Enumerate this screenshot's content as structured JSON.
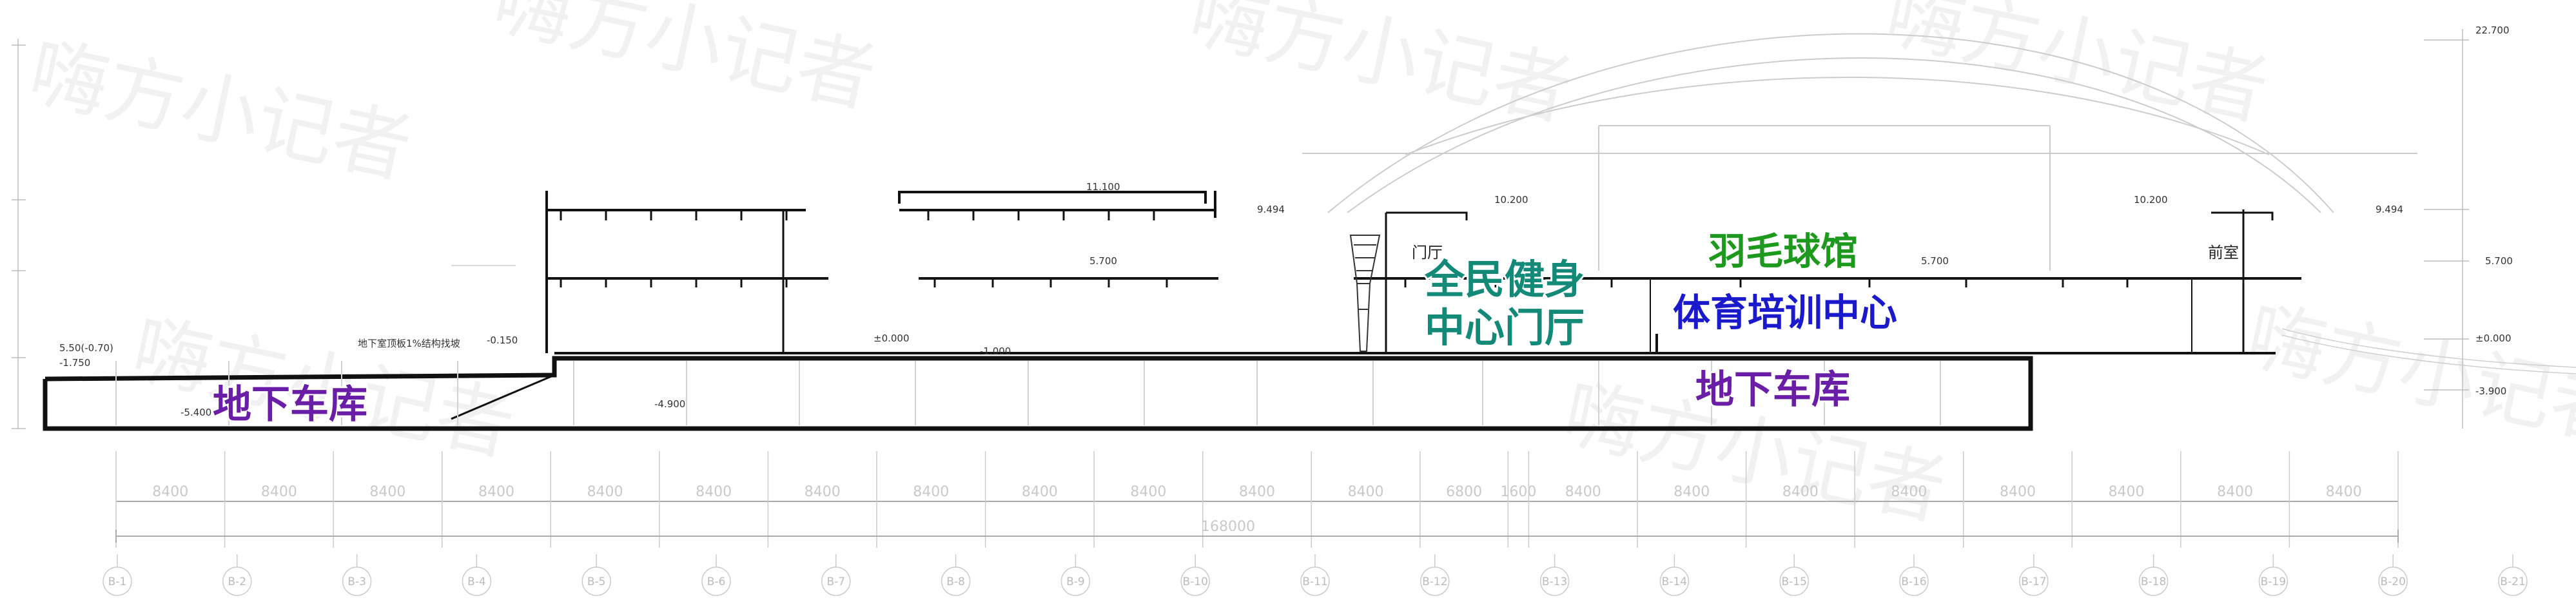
{
  "watermark": "嗨方小记者",
  "colors": {
    "purple": "#6a1ea8",
    "teal": "#138a78",
    "green": "#1d9a1d",
    "blue": "#1a1acc",
    "line": "#111111",
    "faint": "#cfcfcf"
  },
  "labels": {
    "garage_left": "地下车库",
    "garage_right": "地下车库",
    "fitness_lobby_1": "全民健身",
    "fitness_lobby_2": "中心门厅",
    "badminton": "羽毛球馆",
    "training": "体育培训中心",
    "lobby": "门厅",
    "antechamber": "前室",
    "roof_slab_note": "地下室顶板1%结构找坡"
  },
  "elevations": {
    "e_22_700": "22.700",
    "e_11_100": "11.100",
    "e_10_200_a": "10.200",
    "e_10_200_b": "10.200",
    "e_9_494_a": "9.494",
    "e_9_494_b": "9.494",
    "e_5_700_a": "5.700",
    "e_5_700_b": "5.700",
    "e_5_700_c": "5.700",
    "e_0_000_a": "±0.000",
    "e_0_000_b": "±0.000",
    "e_m0_150": "-0.150",
    "e_m1_000": "-1.000",
    "e_m1_750": "-1.750",
    "e_5_50": "5.50(-0.70)",
    "e_m3_900": "-3.900",
    "e_m4_900": "-4.900",
    "e_m5_400": "-5.400"
  },
  "dimensions": {
    "spans": [
      "8400",
      "8400",
      "8400",
      "8400",
      "8400",
      "8400",
      "8400",
      "8400",
      "8400",
      "8400",
      "8400",
      "8400",
      "6800",
      "1600",
      "8400",
      "8400",
      "8400",
      "8400",
      "8400",
      "8400",
      "8400",
      "8400"
    ],
    "total": "168000"
  },
  "axes": [
    "B-1",
    "B-2",
    "B-3",
    "B-4",
    "B-5",
    "B-6",
    "B-7",
    "B-8",
    "B-9",
    "B-10",
    "B-11",
    "B-12",
    "B-13",
    "B-14",
    "B-15",
    "B-16",
    "B-17",
    "B-18",
    "B-19",
    "B-20",
    "B-21"
  ]
}
